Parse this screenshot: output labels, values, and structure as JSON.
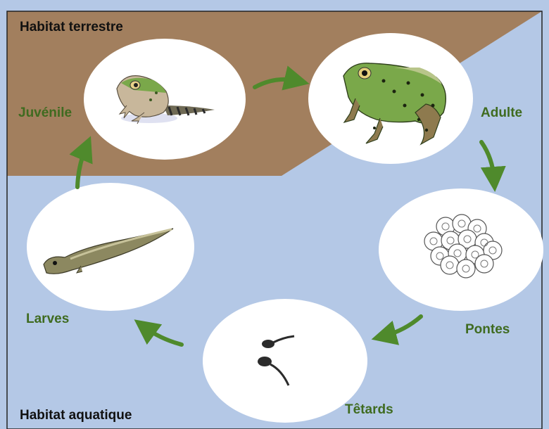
{
  "regions": {
    "terrestrial": "Habitat terrestre",
    "aquatic": "Habitat aquatique"
  },
  "stages": {
    "juvenile": "Juvénile",
    "adult": "Adulte",
    "eggs": "Pontes",
    "tadpoles": "Têtards",
    "larvae": "Larves"
  },
  "colors": {
    "terrestrial_fill": "#a27f5e",
    "aquatic_fill": "#b4c8e6",
    "arrow": "#4f8a2c",
    "stage_label": "#3f6b20",
    "frog_green": "#7aa84a",
    "frog_dark": "#3c5a22"
  }
}
